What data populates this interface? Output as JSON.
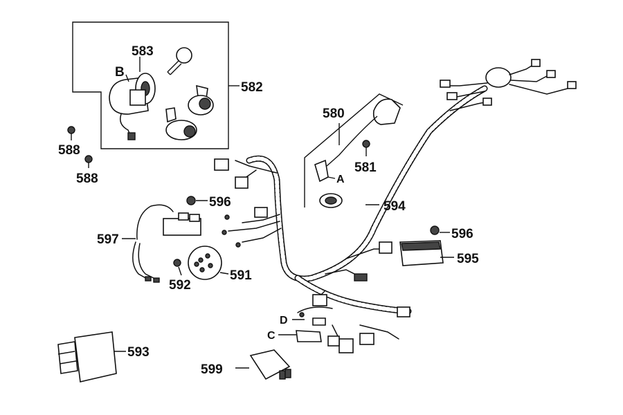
{
  "labels": {
    "p582": "582",
    "p583": "583",
    "pB": "B",
    "p588a": "588",
    "p588b": "588",
    "p580": "580",
    "p581": "581",
    "pA": "A",
    "p594": "594",
    "p596a": "596",
    "p596b": "596",
    "p597": "597",
    "p591": "591",
    "p592": "592",
    "p595": "595",
    "pD": "D",
    "pC": "C",
    "p593": "593",
    "p599": "599"
  }
}
